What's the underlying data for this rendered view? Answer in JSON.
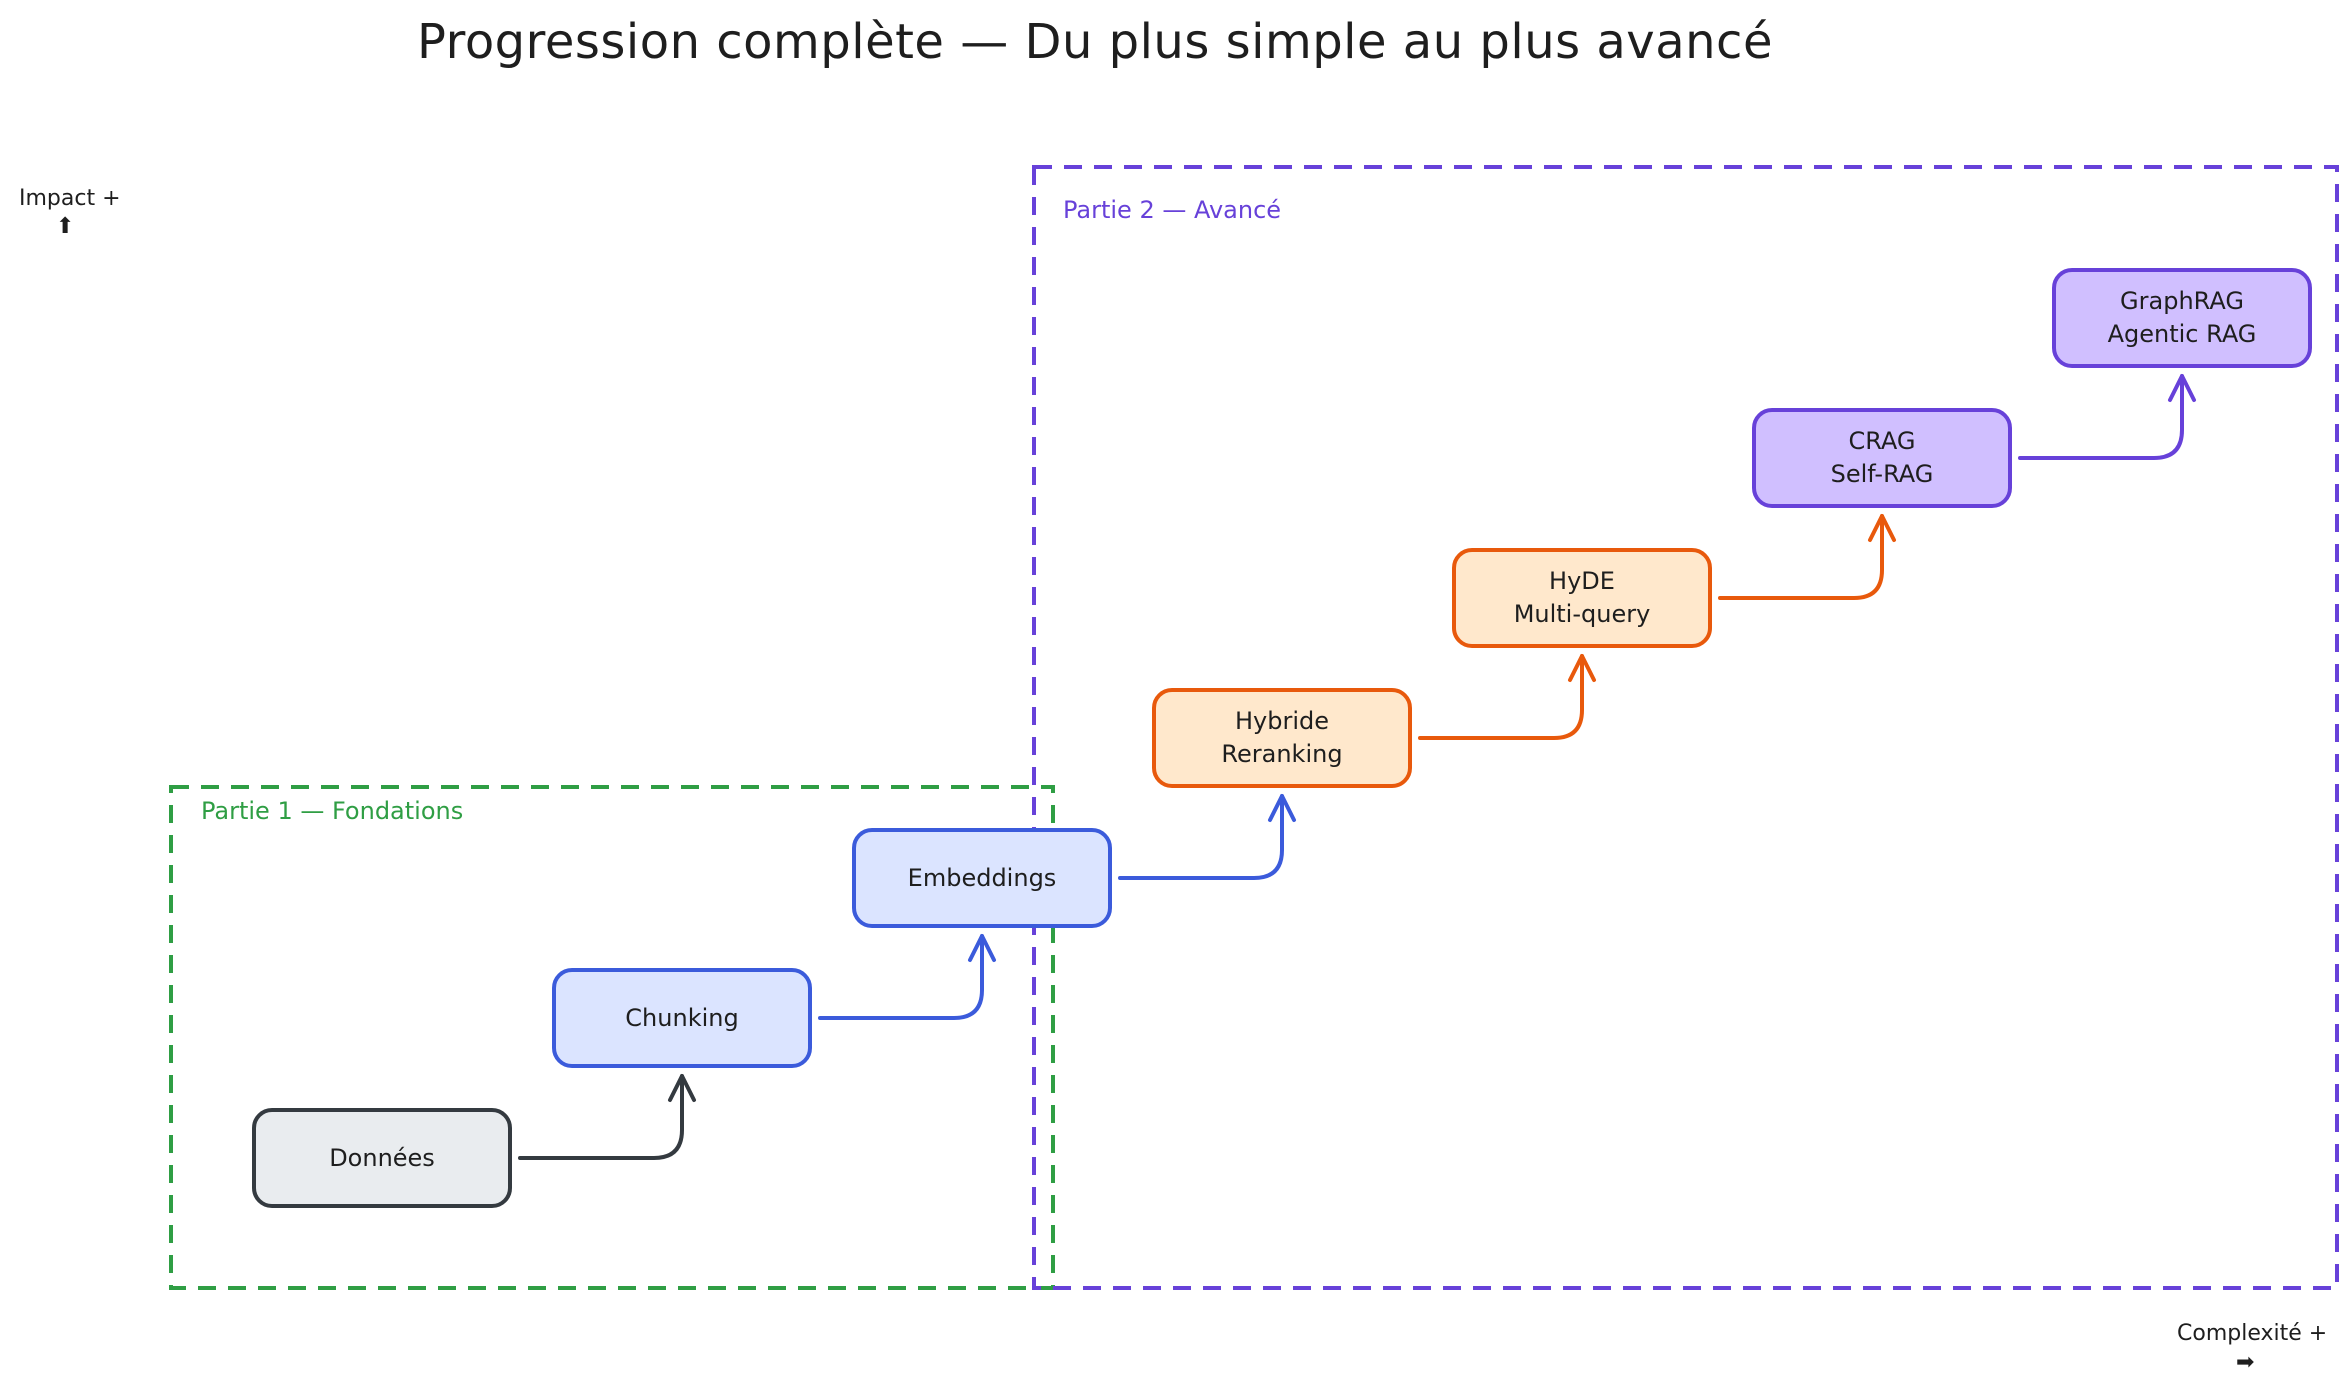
{
  "title": "Progression complète — Du plus simple au plus avancé",
  "axes": {
    "y_label": "Impact +",
    "y_arrow": "⬆",
    "x_label": "Complexité +",
    "x_arrow": "➡"
  },
  "regions": {
    "part1": {
      "label": "Partie 1 — Fondations",
      "color": "#2f9e44"
    },
    "part2": {
      "label": "Partie 2 — Avancé",
      "color": "#6741d9"
    }
  },
  "nodes": [
    {
      "lines": [
        "Données"
      ],
      "fill": "#e9ecef",
      "stroke": "#343a40"
    },
    {
      "lines": [
        "Chunking"
      ],
      "fill": "#dbe4ff",
      "stroke": "#3b5bdb"
    },
    {
      "lines": [
        "Embeddings"
      ],
      "fill": "#dbe4ff",
      "stroke": "#3b5bdb"
    },
    {
      "lines": [
        "Hybride",
        "Reranking"
      ],
      "fill": "#ffe8cc",
      "stroke": "#e8590c"
    },
    {
      "lines": [
        "HyDE",
        "Multi-query"
      ],
      "fill": "#ffe8cc",
      "stroke": "#e8590c"
    },
    {
      "lines": [
        "CRAG",
        "Self-RAG"
      ],
      "fill": "#d0bfff",
      "stroke": "#6741d9"
    },
    {
      "lines": [
        "GraphRAG",
        "Agentic RAG"
      ],
      "fill": "#d0bfff",
      "stroke": "#6741d9"
    }
  ],
  "arrow_colors": [
    "#343a40",
    "#3b5bdb",
    "#3b5bdb",
    "#e8590c",
    "#e8590c",
    "#6741d9"
  ]
}
